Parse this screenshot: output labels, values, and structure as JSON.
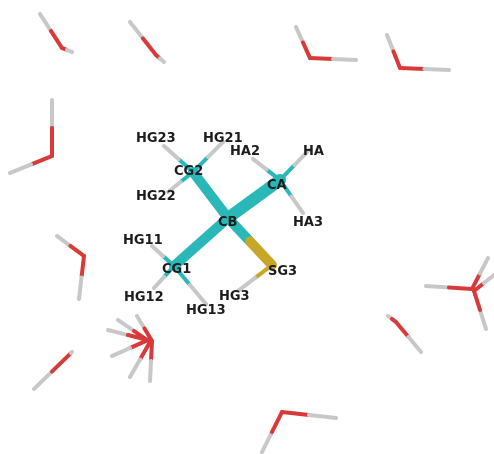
{
  "viewer": {
    "background": "#ffffff"
  },
  "colors": {
    "carbon": "#2ab7b7",
    "hydrogen": "#c8c8c8",
    "sulfur": "#c8a628",
    "oxygen": "#d83a3a",
    "label": "#1c1c1c"
  },
  "molecule": {
    "labels": {
      "cb": "CB",
      "ca": "CA",
      "cg1": "CG1",
      "cg2": "CG2",
      "sg3": "SG3",
      "ha": "HA",
      "ha2": "HA2",
      "ha3": "HA3",
      "hg3": "HG3",
      "hg11": "HG11",
      "hg12": "HG12",
      "hg13": "HG13",
      "hg21": "HG21",
      "hg22": "HG22",
      "hg23": "HG23"
    }
  },
  "water_count": 14
}
